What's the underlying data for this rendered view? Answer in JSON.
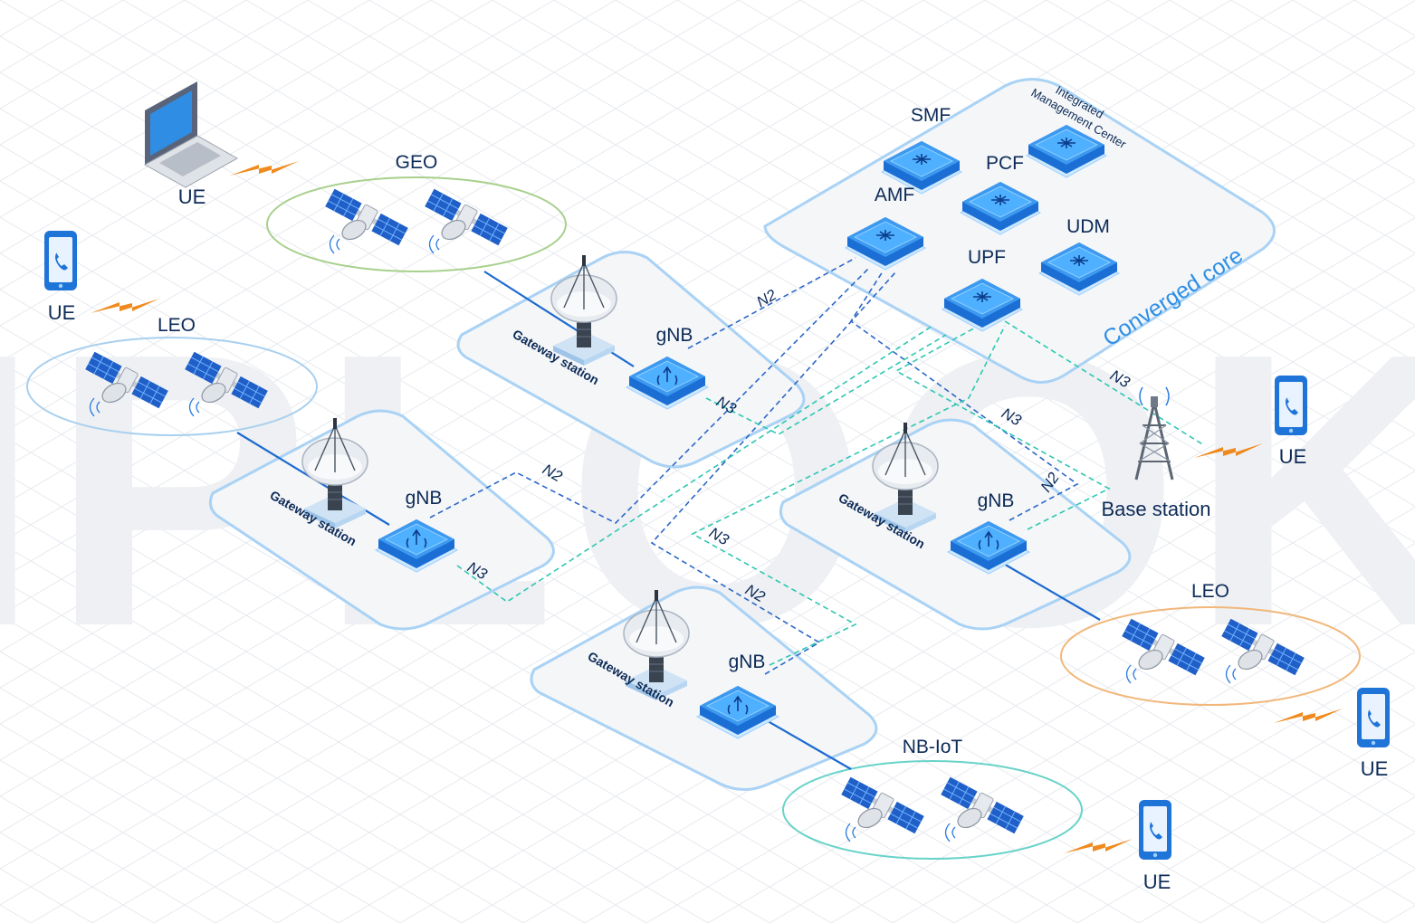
{
  "colors": {
    "background": "#ffffff",
    "grid": "#e6e9ee",
    "watermark": "#eef0f3",
    "platform": "#f4f6f8",
    "platform_edge": "#a9d2f5",
    "device_blue": "#1e74d6",
    "device_light": "#5fb8ff",
    "n2_line": "#2c67c8",
    "n3_line": "#2ec7b2",
    "signal": "#f08a1e",
    "geo_orbit": "#a8d08d",
    "leo_orbit_left": "#a9d0ee",
    "leo_orbit_right": "#f1b77a",
    "nbiot_orbit": "#68d3c9",
    "label": "#0d2b57",
    "core_title": "#2d8fe6"
  },
  "watermark": "IPLOOK",
  "core": {
    "title": "Converged core",
    "functions": [
      {
        "id": "smf",
        "label": "SMF"
      },
      {
        "id": "pcf",
        "label": "PCF"
      },
      {
        "id": "amf",
        "label": "AMF"
      },
      {
        "id": "udm",
        "label": "UDM"
      },
      {
        "id": "upf",
        "label": "UPF"
      },
      {
        "id": "imc",
        "label_line1": "Integrated",
        "label_line2": "Management Center"
      }
    ]
  },
  "orbits": {
    "geo": "GEO",
    "leo_left": "LEO",
    "leo_right": "LEO",
    "nbiot": "NB-IoT"
  },
  "stations": {
    "gateway_label": "Gateway station",
    "gnb_label": "gNB",
    "base_station": "Base station"
  },
  "interfaces": {
    "n2": "N2",
    "n3": "N3"
  },
  "ue_label": "UE",
  "icons": {
    "satellite": "satellite-icon",
    "laptop": "laptop-icon",
    "phone": "phone-icon",
    "dish": "dish-antenna-icon",
    "tower": "tower-icon",
    "signal": "lightning-signal-icon"
  }
}
